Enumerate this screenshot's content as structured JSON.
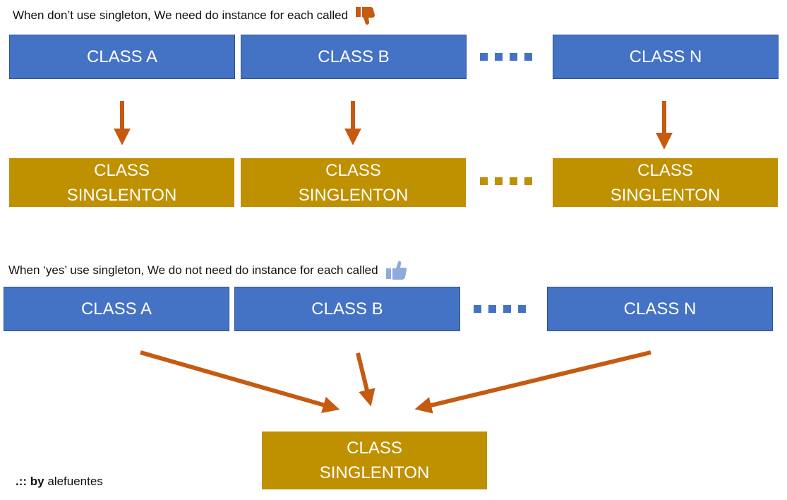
{
  "top": {
    "caption": "When don’t use singleton, We need do instance for each called",
    "caption_icon": "thumbs-down-icon",
    "classes": [
      "CLASS A",
      "CLASS B",
      "CLASS N"
    ],
    "singleton_line1": "CLASS",
    "singleton_line2": "SINGLENTON"
  },
  "bottom": {
    "caption": "When ‘yes’ use singleton, We do not need do instance for each called",
    "caption_icon": "thumbs-up-icon",
    "classes": [
      "CLASS A",
      "CLASS B",
      "CLASS N"
    ],
    "singleton_line1": "CLASS",
    "singleton_line2": "SINGLENTON"
  },
  "credit": {
    "prefix": ".:: ",
    "by": "by",
    "author": "alefuentes"
  },
  "colors": {
    "class_box": "#4472C4",
    "singleton_box": "#BF9000",
    "arrow": "#C55A11",
    "thumbs_down": "#C55A11",
    "thumbs_up": "#8FAADC"
  }
}
